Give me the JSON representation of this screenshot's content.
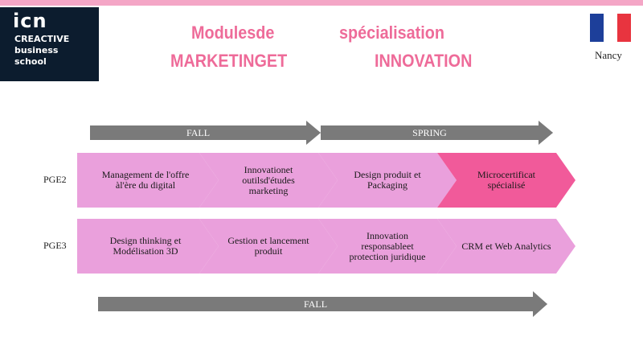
{
  "logo": {
    "line1": "icn",
    "line2": "CREACTIVE",
    "line3": "business",
    "line4": "school"
  },
  "title": {
    "line1_left": "Modulesde",
    "line1_right": "spécialisation",
    "line2_left": "MARKETINGET",
    "line2_right": "INNOVATION"
  },
  "flag": {
    "colors": [
      "#1d3f9a",
      "#ffffff",
      "#e8343f"
    ]
  },
  "location": "Nancy",
  "timeline": {
    "top": [
      "FALL",
      "SPRING"
    ],
    "bottom": "FALL"
  },
  "rows": [
    {
      "label": "PGE2",
      "modules": [
        "Management de l'offre àl'ère du digital",
        "Innovationet outilsd'études marketing",
        "Design produit et Packaging",
        "Microcertificat spécialisé"
      ]
    },
    {
      "label": "PGE3",
      "modules": [
        "Design thinking et Modélisation 3D",
        "Gestion et lancement produit",
        "Innovation responsableet protection juridique",
        "CRM et Web Analytics"
      ]
    }
  ],
  "colors": {
    "title": "#ee6b99",
    "chevron": "#eaa0dc",
    "highlight": "#f15a9a",
    "arrow": "#7a7a7a"
  }
}
